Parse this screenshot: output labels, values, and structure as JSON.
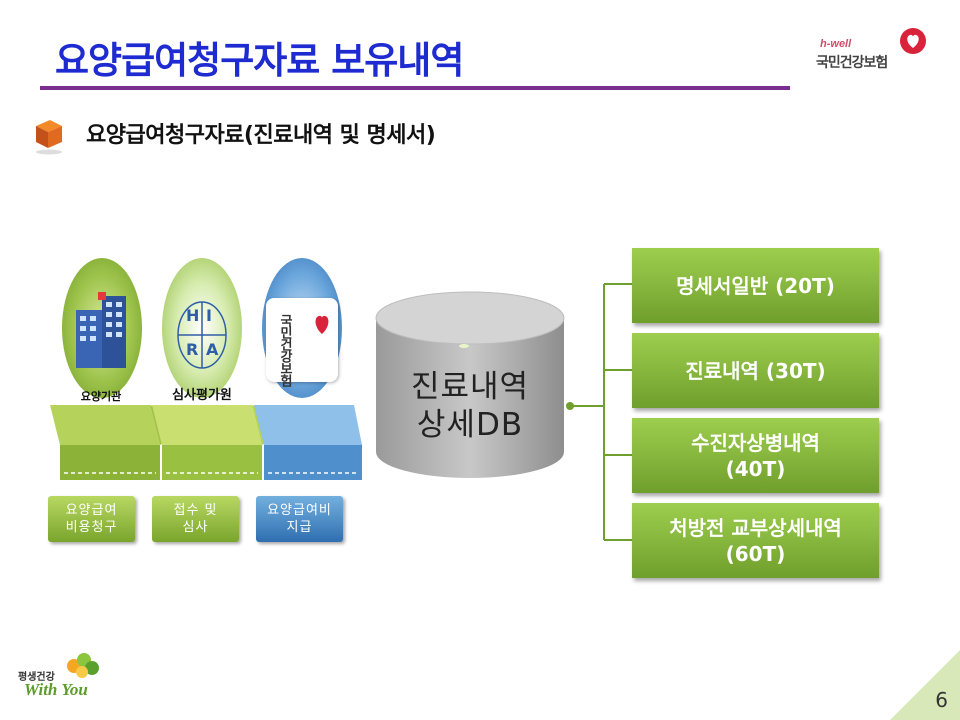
{
  "header": {
    "title": "요양급여청구자료 보유내역",
    "logo_small": "h-well",
    "logo_main": "국민건강보험"
  },
  "subtitle": "요양급여청구자료(진료내역 및 명세서)",
  "stages": [
    {
      "icon_caption": "요양기관",
      "label": "요양급여\n비용청구",
      "color": "green"
    },
    {
      "icon_caption": "심사평가원",
      "icon_letters": [
        "H",
        "I",
        "R",
        "A"
      ],
      "label": "접수 및\n심사",
      "color": "green"
    },
    {
      "icon_caption": "국민건강보험",
      "label": "요양급여비\n지급",
      "color": "blue"
    }
  ],
  "database": {
    "line1": "진료내역",
    "line2": "상세DB"
  },
  "outputs": [
    {
      "text": "명세서일반 (20T)"
    },
    {
      "text": "진료내역 (30T)"
    },
    {
      "text": "수진자상병내역\n(40T)"
    },
    {
      "text": "처방전 교부상세내역\n(60T)"
    }
  ],
  "footer": {
    "slogan_top": "평생건강",
    "slogan_main": "With You",
    "page_number": "6"
  },
  "colors": {
    "title": "#1d2bd0",
    "rule": "#7a2f8e",
    "output_green": "#86b83c",
    "stage_blue": "#2f6fb1"
  }
}
